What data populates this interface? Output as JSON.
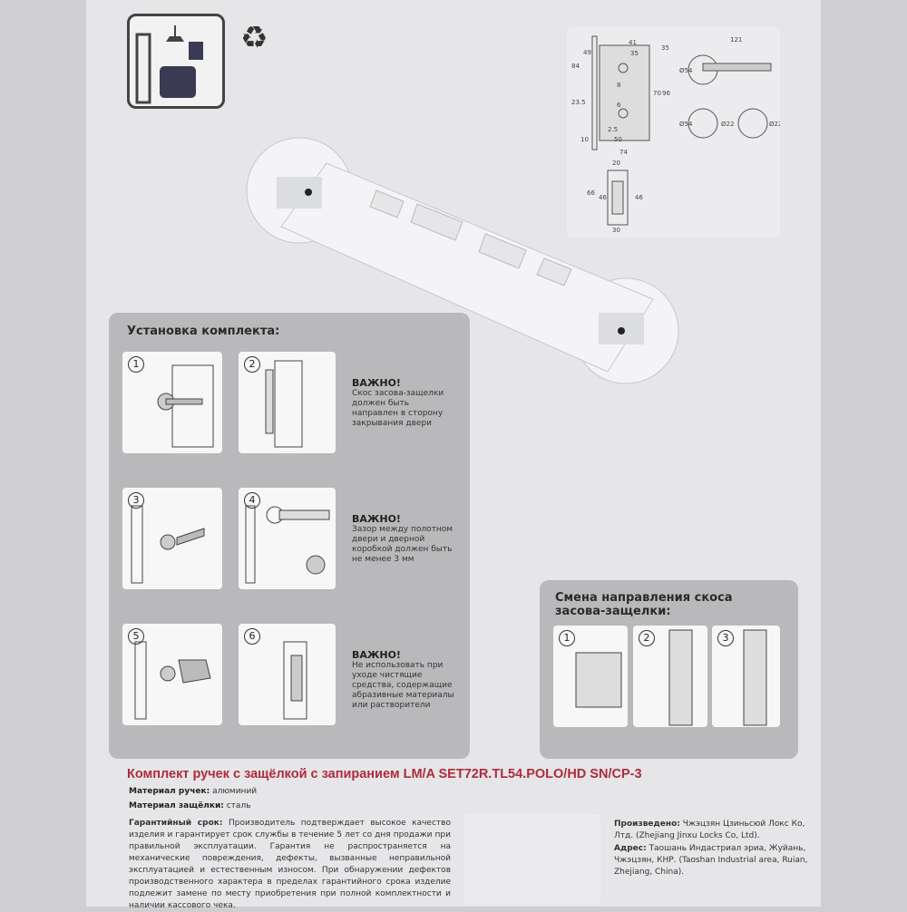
{
  "icons": [
    "room-armchair-icon",
    "recycle-icon"
  ],
  "drawing": {
    "dimensions": [
      "41",
      "35",
      "35",
      "49",
      "84",
      "23.5",
      "8",
      "6",
      "70",
      "96",
      "2.5",
      "10",
      "50",
      "74",
      "121",
      "Ø54",
      "Ø54",
      "Ø22",
      "Ø22",
      "20",
      "66",
      "46",
      "46",
      "30"
    ]
  },
  "install": {
    "title": "Установка комплекта:",
    "steps": [
      "1",
      "2",
      "3",
      "4",
      "5",
      "6"
    ],
    "notes": [
      {
        "heading": "ВАЖНО!",
        "text": "Скос засова-защелки должен быть направлен в сторону закрывания двери"
      },
      {
        "heading": "ВАЖНО!",
        "text": "Зазор между полотном двери и дверной коробкой должен быть не менее 3 мм"
      },
      {
        "heading": "ВАЖНО!",
        "text": "Не использовать при уходе чистящие средства, содержащие абразивные материалы или растворители"
      }
    ]
  },
  "reverse": {
    "title": "Смена направления скоса засова-защелки:",
    "steps": [
      "1",
      "2",
      "3"
    ]
  },
  "product": {
    "title": "Комплект ручек с защёлкой с запиранием LM/A SET72R.TL54.POLO/HD SN/CP-3",
    "handle_material_label": "Материал ручек:",
    "handle_material": "алюминий",
    "latch_material_label": "Материал защёлки:",
    "latch_material": "сталь",
    "warranty_label": "Гарантийный срок:",
    "warranty_text": "Производитель подтверждает высокое качество изделия и гарантирует срок службы в течение 5 лет со дня продажи при правильной эксплуатации. Гарантия не распространяется на механические повреждения, дефекты, вызванные неправильной эксплуатацией и естественным износом. При обнаружении дефектов производственного характера в пределах гарантийного срока изделие подлежит замене по месту приобретения при полной комплектности и наличии кассового чека.",
    "maker_label": "Произведено:",
    "maker": "Чжэцзян Цзиньсюй Локс Ко, Лтд. (Zhejiang Jinxu Locks Co, Ltd).",
    "address_label": "Адрес:",
    "address": "Таошань Индастриал эриа, Жуйань, Чжэцзян, КНР. (Taoshan Industrial area, Ruian, Zhejiang, China)."
  },
  "colors": {
    "title_red": "#b02a3c",
    "panel_gray": "#b9b9bb",
    "card": "#e6e6e8"
  }
}
